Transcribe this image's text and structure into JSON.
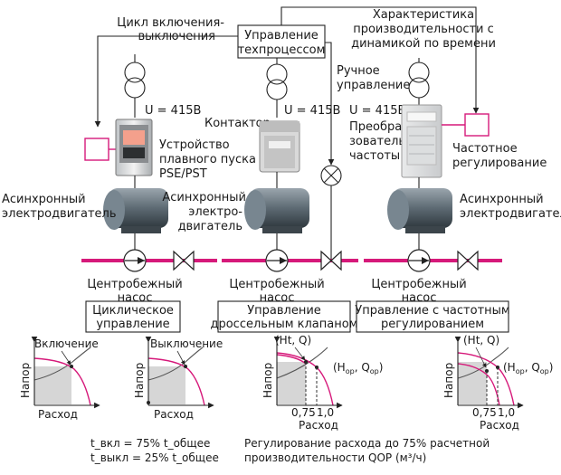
{
  "colors": {
    "accent": "#d6197a",
    "line": "#222222",
    "shade": "#d6d6d6"
  },
  "top": {
    "process_control": [
      "Управление",
      "техпроцессом"
    ],
    "cycle_label": [
      "Цикл включения-",
      "выключения"
    ],
    "characteristic": [
      "Характеристика",
      "производительности с",
      "динамикой по времени"
    ],
    "manual_control": [
      "Ручное",
      "управление"
    ]
  },
  "left": {
    "voltage": "U = 415В",
    "soft_starter": [
      "Устройство",
      "плавного пуска",
      "PSE/PST"
    ],
    "motor": [
      "Асинхронный",
      "электродвигатель"
    ],
    "pump": [
      "Центробежный",
      "насос"
    ],
    "mode": [
      "Циклическое",
      "управление"
    ]
  },
  "middle": {
    "voltage": "U = 415В",
    "contactor": "Контактор",
    "motor": [
      "Асинхронный",
      "электро-",
      "двигатель"
    ],
    "pump": [
      "Центробежный",
      "насос"
    ],
    "mode": [
      "Управление",
      "дроссельным клапаном"
    ]
  },
  "right": {
    "voltage": "U = 415В",
    "converter": [
      "Преобра-",
      "зователь",
      "частоты"
    ],
    "freq_control": [
      "Частотное",
      "регулирование"
    ],
    "motor": [
      "Асинхронный",
      "электродвигатель"
    ],
    "pump": [
      "Центробежный",
      "насос"
    ],
    "mode": [
      "Управление с частотным",
      "регулированием"
    ]
  },
  "graphs": {
    "on_label": "Включение",
    "off_label": "Выключение",
    "y_label": "Напор",
    "x_label": "Расход",
    "ht_q": "(Ht, Q)",
    "h_op": "(H",
    "op_sub": "op",
    "q_op": ", Q",
    "close": ")",
    "tick_075": "0,75",
    "tick_10": "1,0"
  },
  "notes": {
    "t_on": "t_вкл = 75% t_общее",
    "t_off": "t_выкл = 25% t_общее",
    "regulation": [
      "Регулирование расхода до 75% расчетной",
      "производительности QOP (м³/ч)"
    ]
  }
}
